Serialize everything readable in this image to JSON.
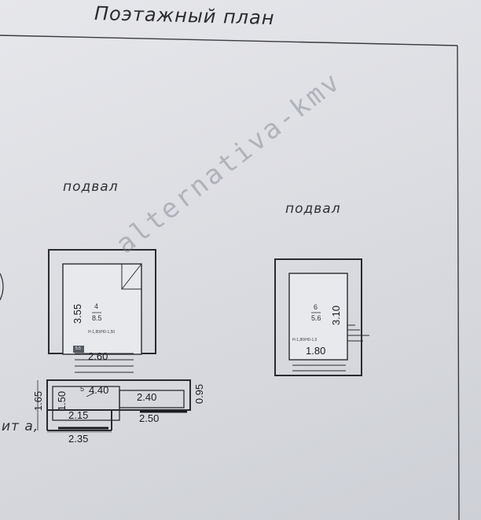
{
  "title": "Поэтажный план",
  "labels": {
    "basement_left": "подвал",
    "basement_right": "подвал",
    "fragment_left": "ит а,"
  },
  "watermark": "alternativa-kmv",
  "rooms": [
    {
      "number": "4",
      "area": "8.5"
    },
    {
      "number": "5",
      "area": ""
    },
    {
      "number": "6",
      "area": "5.6"
    }
  ],
  "dimensions": {
    "left_height": "3.55",
    "left_width": "2.60",
    "corridor_len": "4.40",
    "right_part": "2.40",
    "outer_h": "1.65",
    "inner_h": "1.50",
    "bottom_inner": "2.15",
    "bottom_outer": "2.35",
    "right_bottom": "2.50",
    "right_h": "0.95",
    "room6_h": "3.10",
    "room6_w": "1.80"
  },
  "notes": {
    "left_height_note": "Н-1,80/Н0-1,50",
    "right_height_note": "Н-1,80/Н0-1,5",
    "marker": "5,5"
  }
}
